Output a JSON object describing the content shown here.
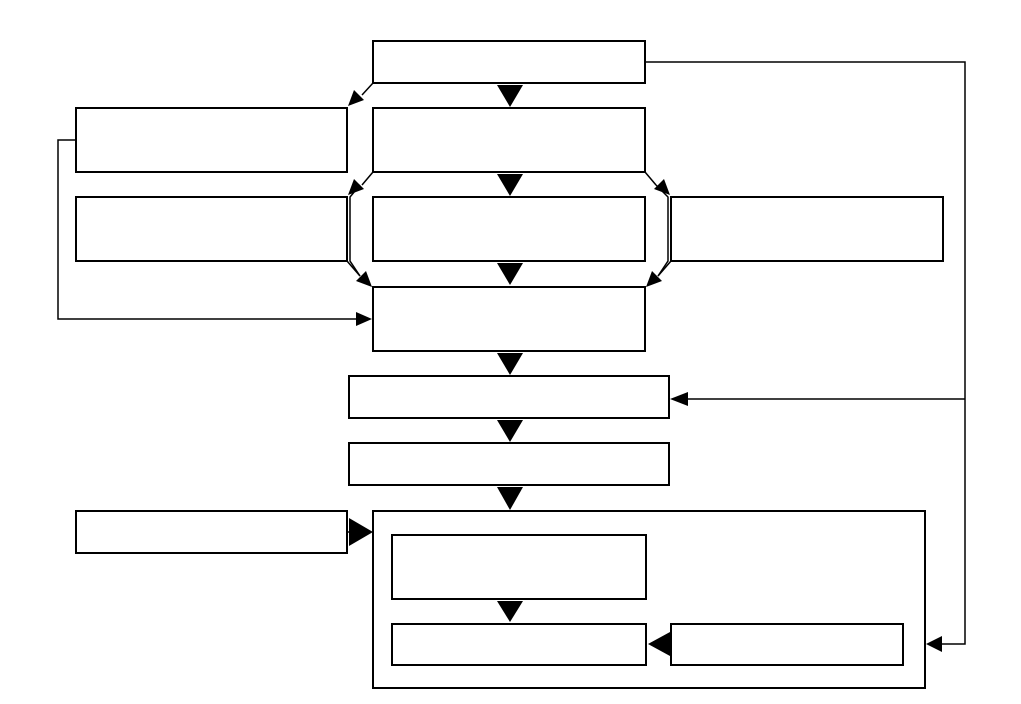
{
  "diagram": {
    "type": "flowchart",
    "boxes": [
      {
        "id": "top",
        "text": ""
      },
      {
        "id": "left-1",
        "text": ""
      },
      {
        "id": "center-1",
        "text": ""
      },
      {
        "id": "left-2",
        "text": ""
      },
      {
        "id": "center-2",
        "text": ""
      },
      {
        "id": "right-2",
        "text": ""
      },
      {
        "id": "merge",
        "text": ""
      },
      {
        "id": "wide-1",
        "text": ""
      },
      {
        "id": "wide-2",
        "text": ""
      },
      {
        "id": "left-input",
        "text": ""
      },
      {
        "id": "container",
        "text": ""
      },
      {
        "id": "inner-top",
        "text": ""
      },
      {
        "id": "inner-bottom-left",
        "text": ""
      },
      {
        "id": "inner-bottom-right",
        "text": ""
      }
    ],
    "colors": {
      "stroke": "#000000",
      "fill": "#ffffff"
    }
  }
}
